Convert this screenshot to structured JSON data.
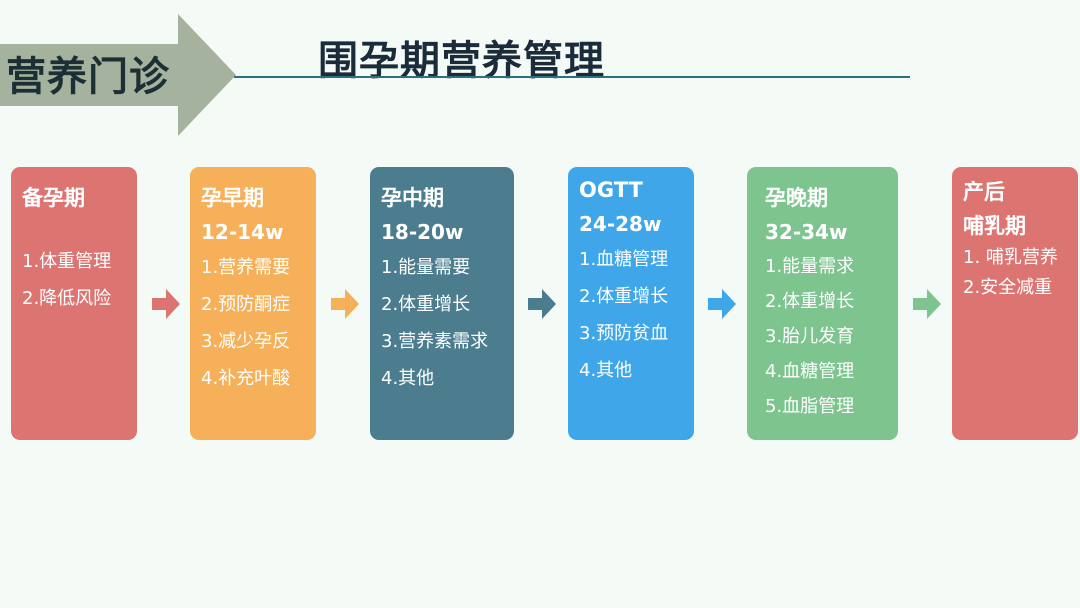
{
  "header": {
    "clinic_label": "营养门诊",
    "title": "围孕期营养管理"
  },
  "colors": {
    "background": "#f4fbf6",
    "header_arrow": "#a4b29e",
    "title_text": "#1a2b3a",
    "underline": "#2e6f80"
  },
  "stages": [
    {
      "name": "备孕期",
      "sub": "",
      "color": "#dc7572",
      "items": [
        "1.体重管理",
        "2.降低风险"
      ]
    },
    {
      "name": "孕早期",
      "sub": "12-14w",
      "color": "#f6b059",
      "items": [
        "1.营养需要",
        "2.预防酮症",
        "3.减少孕反",
        "4.补充叶酸"
      ]
    },
    {
      "name": "孕中期",
      "sub": "18-20w",
      "color": "#4b7d8f",
      "items": [
        "1.能量需要",
        "2.体重增长",
        "3.营养素需求",
        "4.其他"
      ]
    },
    {
      "name": "OGTT",
      "sub": "24-28w",
      "color": "#3ea6e9",
      "items": [
        "1.血糖管理",
        "2.体重增长",
        "3.预防贫血",
        "4.其他"
      ]
    },
    {
      "name": "孕晚期",
      "sub": "32-34w",
      "color": "#7dc48f",
      "items": [
        "1.能量需求",
        "2.体重增长",
        "3.胎儿发育",
        "4.血糖管理",
        "5.血脂管理"
      ]
    },
    {
      "name": "产后",
      "sub": "哺乳期",
      "color": "#dc7572",
      "items": [
        "1. 哺乳营养",
        "2.安全减重"
      ]
    }
  ],
  "arrows": [
    {
      "icon": "arrow-right-icon",
      "color": "#dc7572"
    },
    {
      "icon": "arrow-right-icon",
      "color": "#f6b059"
    },
    {
      "icon": "arrow-right-icon",
      "color": "#4b7d8f"
    },
    {
      "icon": "arrow-right-icon",
      "color": "#3ea6e9"
    },
    {
      "icon": "arrow-right-icon",
      "color": "#7dc48f"
    }
  ]
}
